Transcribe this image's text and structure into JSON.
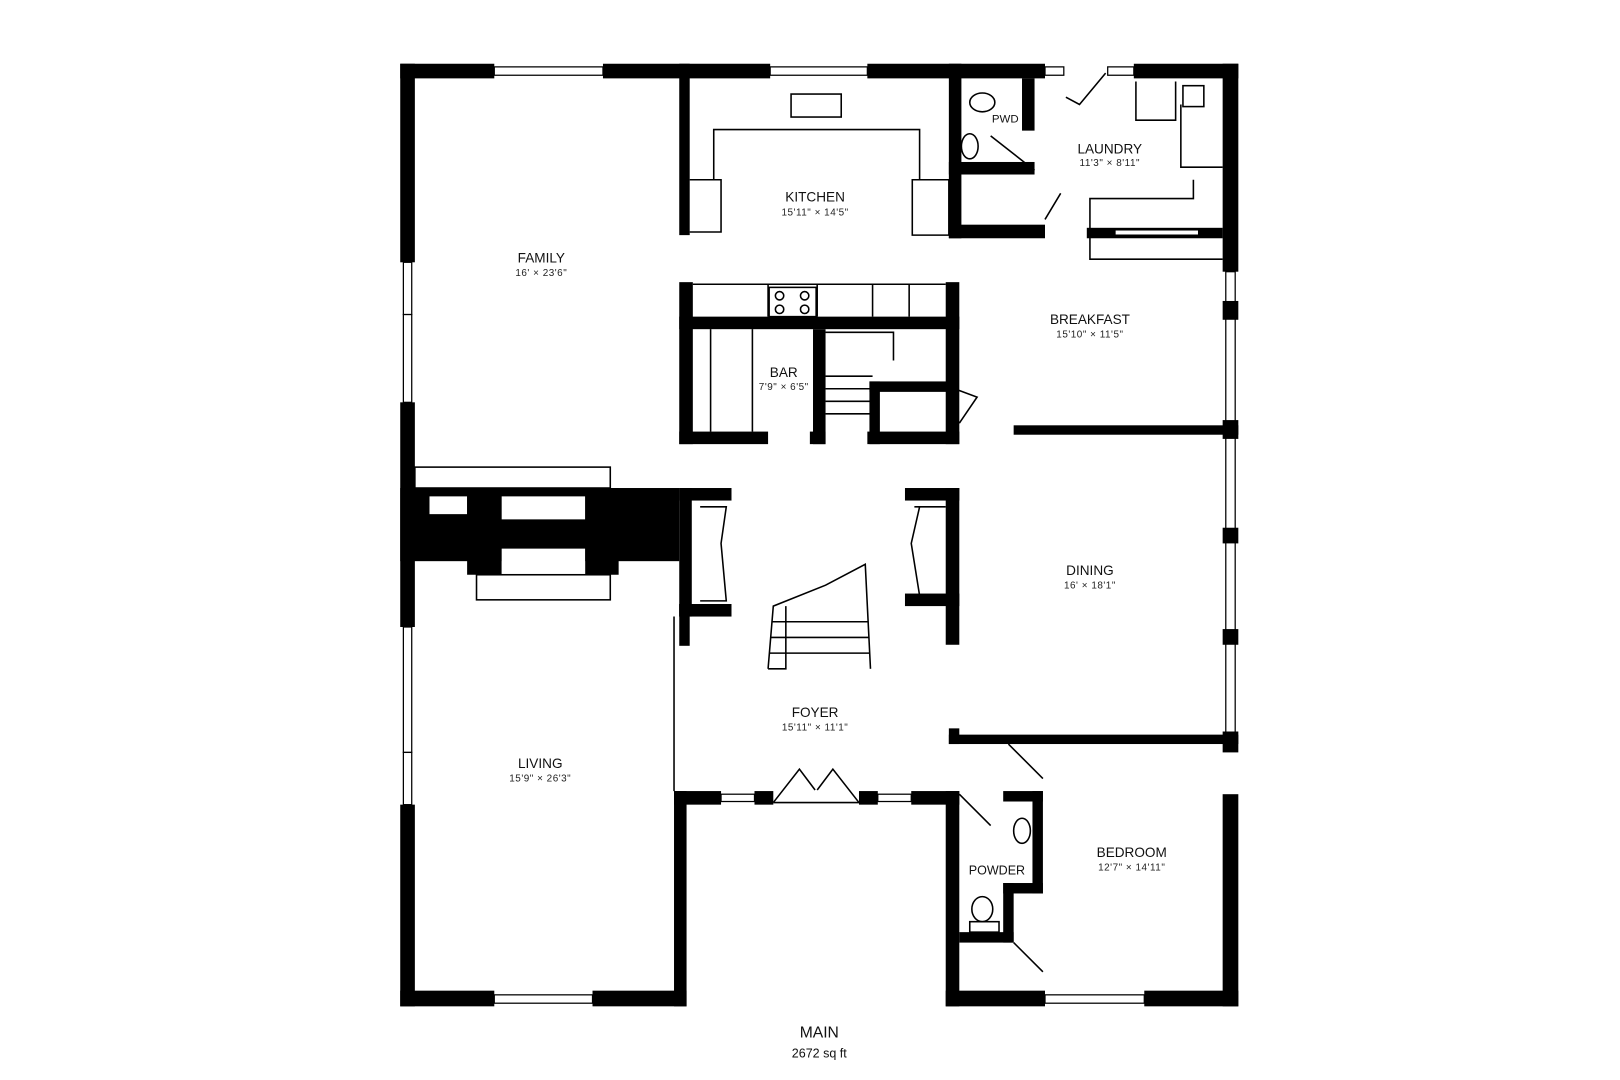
{
  "floor": {
    "name": "MAIN",
    "area": "2672 sq ft"
  },
  "rooms": {
    "family": {
      "name": "FAMILY",
      "dims": "16' × 23'6\""
    },
    "kitchen": {
      "name": "KITCHEN",
      "dims": "15'11\" × 14'5\""
    },
    "pwd": {
      "name": "PWD"
    },
    "laundry": {
      "name": "LAUNDRY",
      "dims": "11'3\" × 8'11\""
    },
    "breakfast": {
      "name": "BREAKFAST",
      "dims": "15'10\" × 11'5\""
    },
    "bar": {
      "name": "BAR",
      "dims": "7'9\" × 6'5\""
    },
    "dining": {
      "name": "DINING",
      "dims": "16' × 18'1\""
    },
    "foyer": {
      "name": "FOYER",
      "dims": "15'11\" × 11'1\""
    },
    "living": {
      "name": "LIVING",
      "dims": "15'9\" × 26'3\""
    },
    "powder": {
      "name": "POWDER"
    },
    "bedroom": {
      "name": "BEDROOM",
      "dims": "12'7\" × 14'11\""
    }
  },
  "colors": {
    "wall": "#000000",
    "background": "#ffffff"
  }
}
